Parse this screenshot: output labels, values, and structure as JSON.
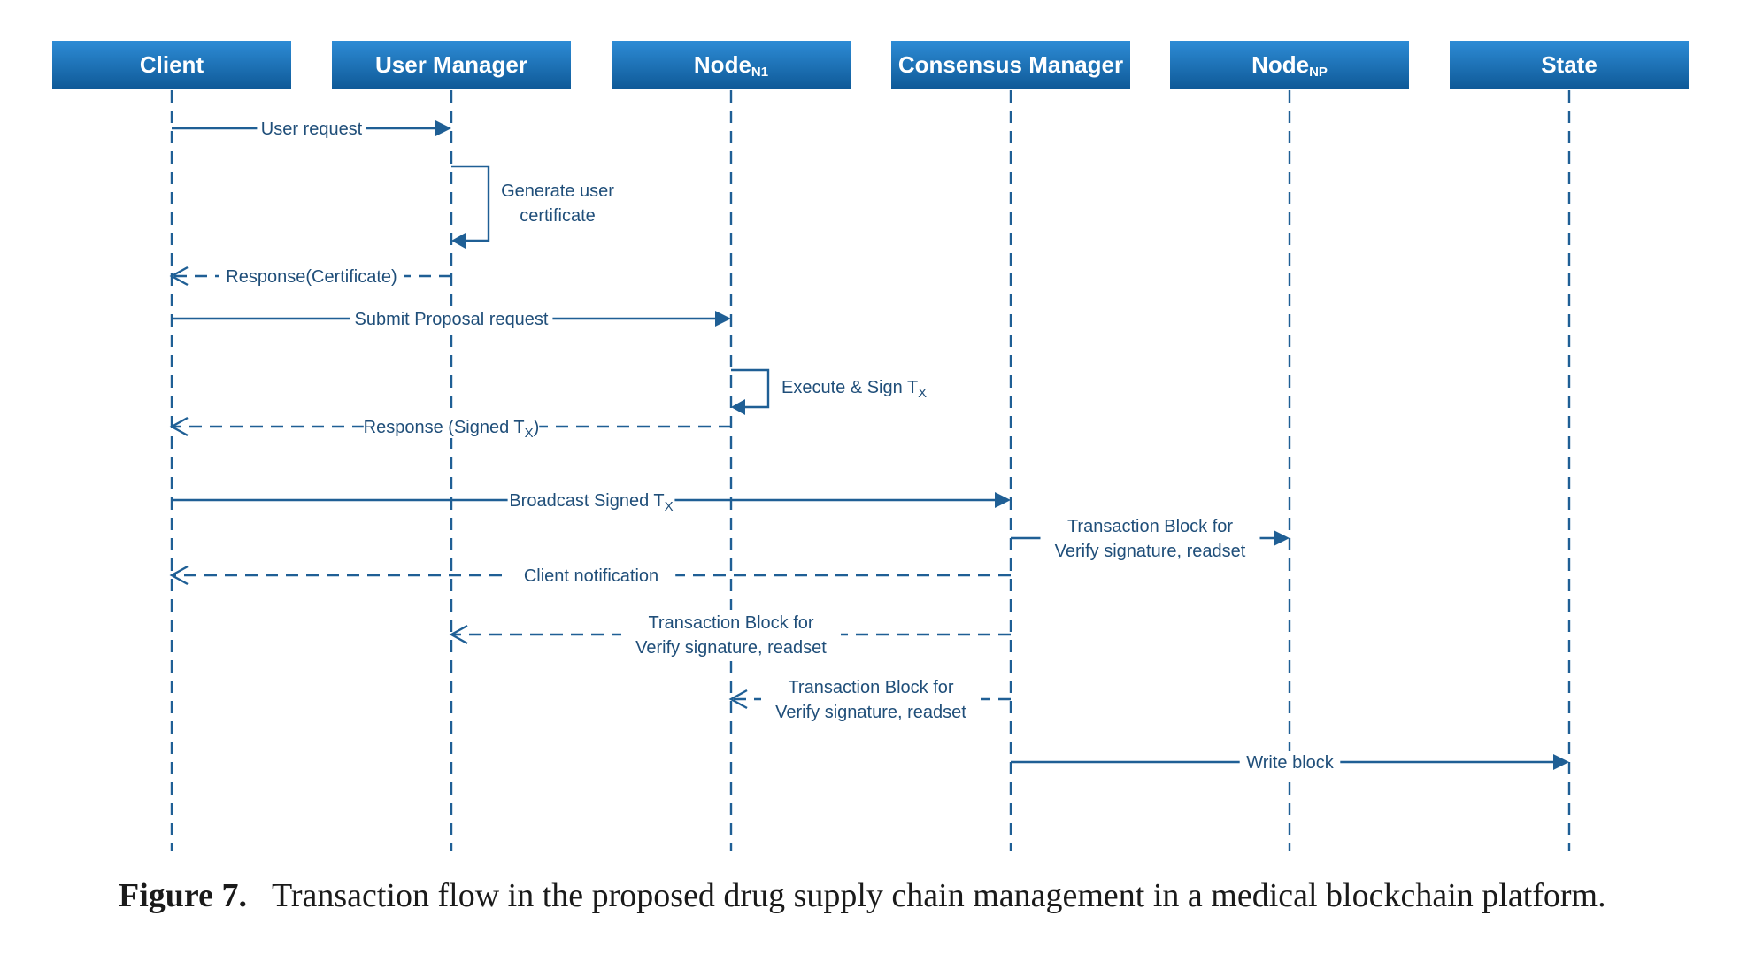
{
  "colors": {
    "header_top": "#2e8cd6",
    "header_bottom": "#0f5a98",
    "line": "#1f5f95",
    "text": "#1f4e79"
  },
  "participants": [
    {
      "label": "Client",
      "sub": ""
    },
    {
      "label": "User Manager",
      "sub": ""
    },
    {
      "label": "Node",
      "sub": "N1"
    },
    {
      "label": "Consensus Manager",
      "sub": ""
    },
    {
      "label": "Node",
      "sub": "NP"
    },
    {
      "label": "State",
      "sub": ""
    }
  ],
  "messages": [
    {
      "from": 0,
      "to": 1,
      "style": "solid",
      "lines": [
        {
          "t": "User request"
        }
      ]
    },
    {
      "from": 1,
      "to": 1,
      "style": "self",
      "lines": [
        {
          "t": "Generate user"
        },
        {
          "t": "certificate"
        }
      ]
    },
    {
      "from": 1,
      "to": 0,
      "style": "dashed",
      "lines": [
        {
          "t": "Response(Certificate)"
        }
      ]
    },
    {
      "from": 0,
      "to": 2,
      "style": "solid",
      "lines": [
        {
          "t": "Submit Proposal request"
        }
      ]
    },
    {
      "from": 2,
      "to": 2,
      "style": "self",
      "lines": [
        {
          "t": "Execute & Sign T",
          "sub": "X"
        }
      ]
    },
    {
      "from": 2,
      "to": 0,
      "style": "dashed",
      "lines": [
        {
          "t": "Response (Signed T",
          "sub": "X",
          "after": ")"
        }
      ]
    },
    {
      "from": 0,
      "to": 3,
      "style": "solid",
      "lines": [
        {
          "t": "Broadcast Signed T",
          "sub": "X"
        }
      ]
    },
    {
      "from": 3,
      "to": 4,
      "style": "solid",
      "lines": [
        {
          "t": "Transaction Block for"
        },
        {
          "t": "Verify signature, readset"
        }
      ]
    },
    {
      "from": 3,
      "to": 0,
      "style": "dashed",
      "lines": [
        {
          "t": "Client notification"
        }
      ]
    },
    {
      "from": 3,
      "to": 1,
      "style": "dashed",
      "lines": [
        {
          "t": "Transaction Block for"
        },
        {
          "t": "Verify signature, readset"
        }
      ]
    },
    {
      "from": 3,
      "to": 2,
      "style": "dashed",
      "lines": [
        {
          "t": "Transaction Block for"
        },
        {
          "t": "Verify signature, readset"
        }
      ]
    },
    {
      "from": 3,
      "to": 5,
      "style": "solid",
      "lines": [
        {
          "t": "Write block"
        }
      ]
    }
  ],
  "caption": {
    "label": "Figure 7.",
    "text": "Transaction flow in the proposed drug supply chain management in a medical blockchain platform."
  }
}
